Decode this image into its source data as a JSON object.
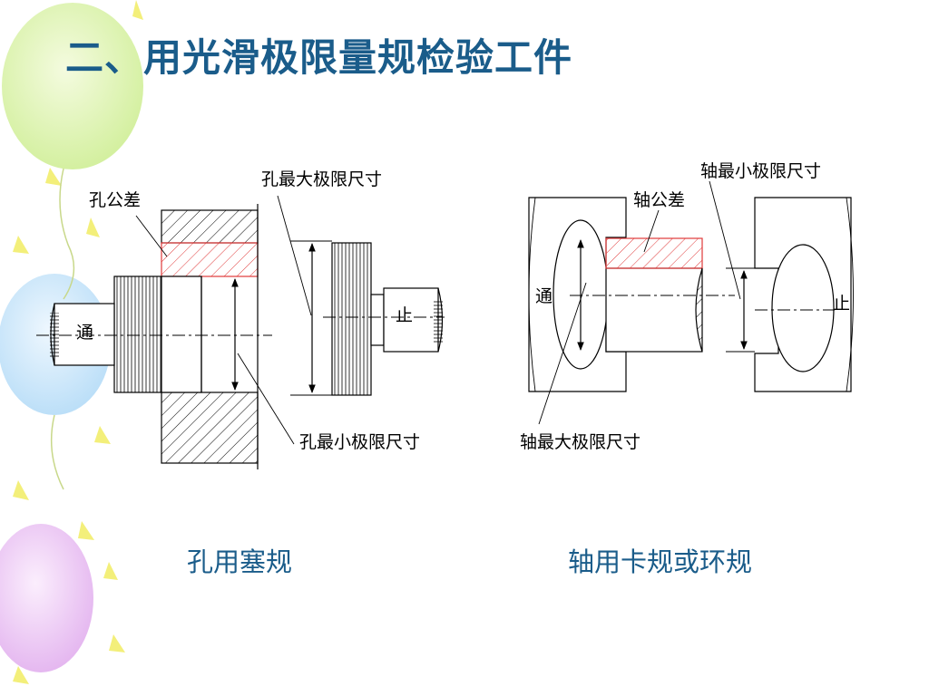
{
  "title": "二、用光滑极限量规检验工件",
  "left_diagram": {
    "tolerance_label": "孔公差",
    "max_size_label": "孔最大极限尺寸",
    "min_size_label": "孔最小极限尺寸",
    "go_label": "通",
    "nogo_label": "止",
    "caption": "孔用塞规"
  },
  "right_diagram": {
    "tolerance_label": "轴公差",
    "min_size_label": "轴最小极限尺寸",
    "max_size_label": "轴最大极限尺寸",
    "go_label": "通",
    "nogo_label": "止",
    "caption": "轴用卡规或环规"
  },
  "colors": {
    "title": "#1a5c8a",
    "tolerance_zone": "#e03a3a",
    "balloon_green": "#dff5b0",
    "balloon_blue": "#cfe8fb",
    "balloon_purple": "#efc8f5",
    "star_yellow": "#f3ef7a"
  }
}
